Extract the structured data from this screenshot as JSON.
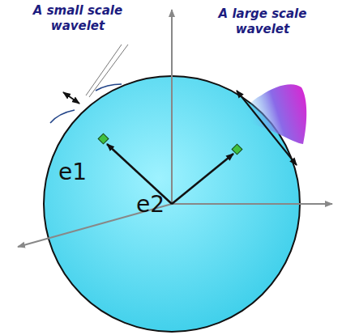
{
  "diagram": {
    "labels": [
      "A small scale wavelet",
      "A large scale wavelet",
      "e1",
      "e2"
    ]
  }
}
